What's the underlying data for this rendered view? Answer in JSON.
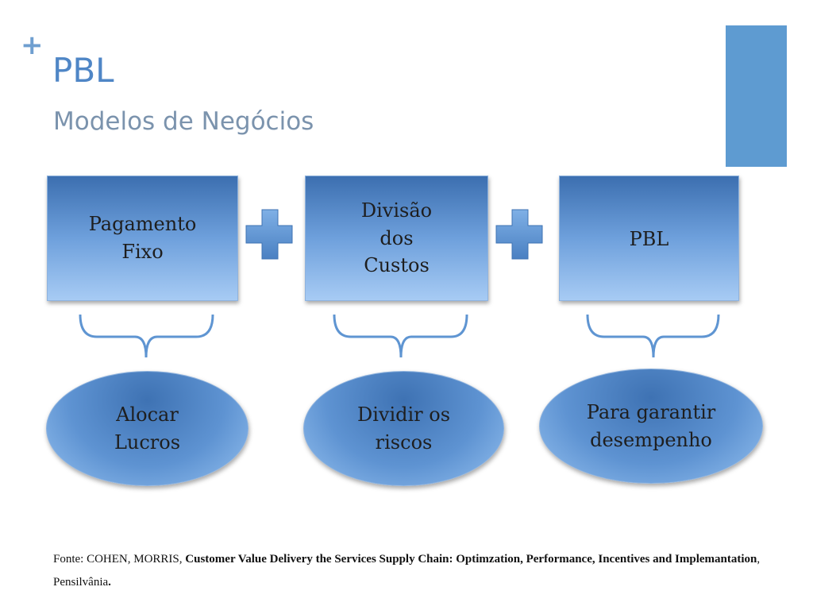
{
  "slide": {
    "corner_symbol": "+",
    "title": "PBL",
    "subtitle": "Modelos de Negócios"
  },
  "diagram": {
    "boxes": [
      {
        "lines": [
          "Pagamento",
          "Fixo"
        ]
      },
      {
        "lines": [
          "Divisão",
          "dos",
          "Custos"
        ]
      },
      {
        "lines": [
          "PBL"
        ]
      }
    ],
    "ovals": [
      {
        "lines": [
          "Alocar",
          "Lucros"
        ]
      },
      {
        "lines": [
          "Dividir os",
          "riscos"
        ]
      },
      {
        "lines": [
          "Para garantir",
          "desempenho"
        ]
      }
    ],
    "colors": {
      "box_top": "#3c6fb0",
      "box_bottom": "#a7cbf4",
      "plus": "#5f95d2",
      "bracket": "#5f95d2",
      "accent_bar": "#5e9bd1"
    }
  },
  "footer": {
    "prefix": "Fonte: COHEN, MORRIS, ",
    "work_title": "Customer Value Delivery the Services Supply Chain: Optimzation, Performance, Incentives and Implemantation",
    "separator": ", ",
    "place": "Pensilvânia",
    "end": "."
  }
}
